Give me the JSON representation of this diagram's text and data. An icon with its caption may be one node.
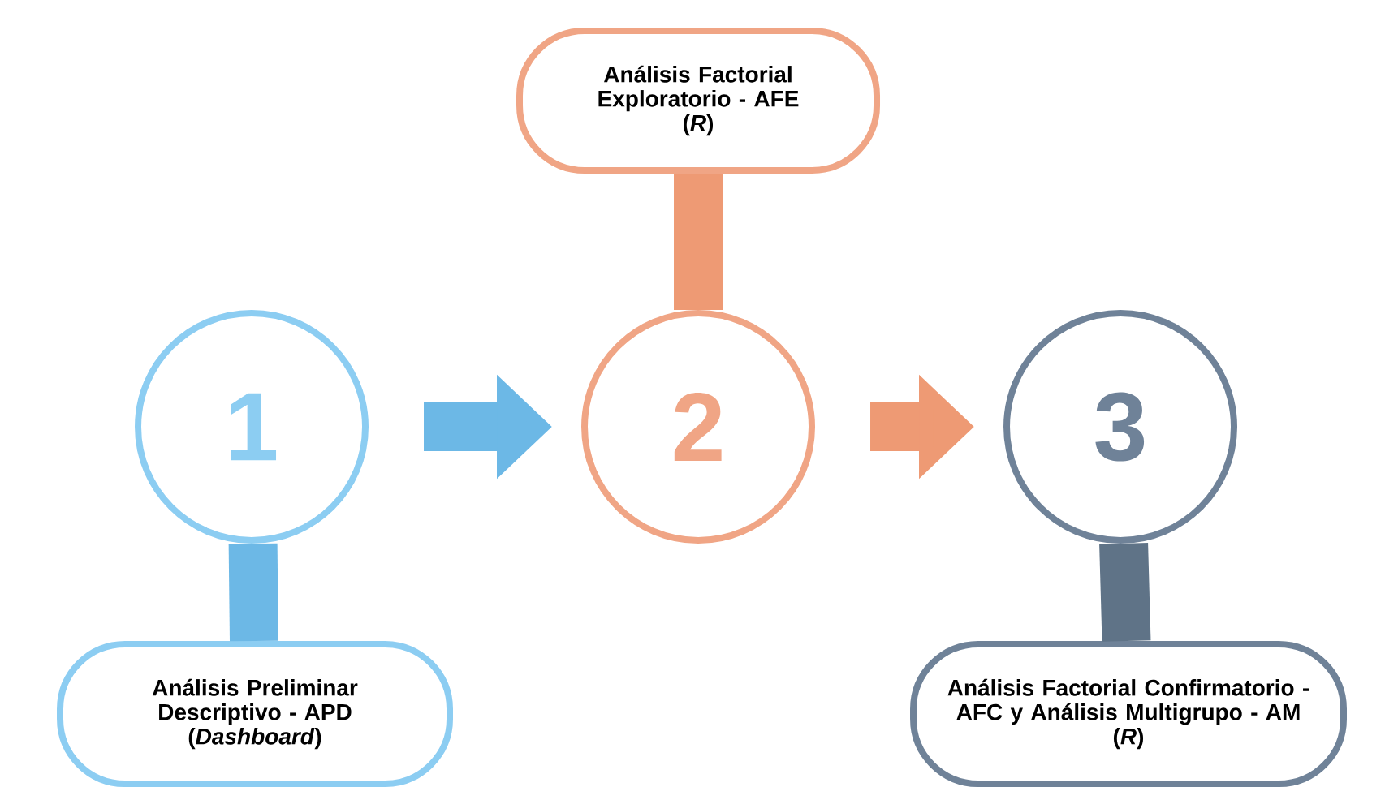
{
  "diagram": {
    "nodes": [
      {
        "text": [
          "1"
        ]
      },
      {
        "text": [
          "Análisis Preliminar Descriptivo - APD",
          "(*Dashboard*)"
        ]
      },
      {
        "text": [
          "2"
        ]
      },
      {
        "text": [
          "Análisis Factorial Exploratorio - AFE",
          "(*R*)"
        ]
      },
      {
        "text": [
          "3"
        ]
      },
      {
        "text": [
          "Análisis Factorial Confirmatorio - AFC y Análisis Multigrupo - AM",
          "(*R*)"
        ]
      }
    ],
    "edges": [
      {
        "from": 0,
        "to": 2,
        "arrow": "to",
        "color": "#6cb8e6"
      },
      {
        "from": 2,
        "to": 4,
        "arrow": "to",
        "color": "#ee9a74"
      },
      {
        "from": 0,
        "to": 1,
        "arrow": "none",
        "color": "#6cb8e6"
      },
      {
        "from": 2,
        "to": 3,
        "arrow": "none",
        "color": "#ee9a74"
      },
      {
        "from": 4,
        "to": 5,
        "arrow": "none",
        "color": "#5f7387"
      }
    ]
  }
}
